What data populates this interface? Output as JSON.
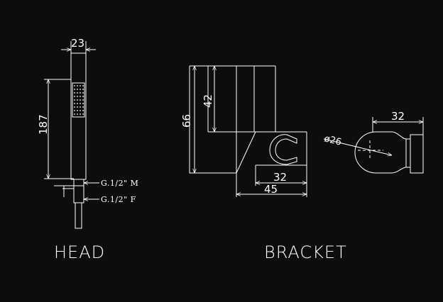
{
  "head": {
    "caption": "HEAD",
    "dim_width": "23",
    "dim_height": "187",
    "thread_male": "G.1/2\" M",
    "thread_female": "G.1/2\" F"
  },
  "bracket": {
    "caption": "BRACKET",
    "dim_height_outer": "66",
    "dim_height_inner": "42",
    "dim_depth_inner": "32",
    "dim_depth_outer": "45",
    "dim_diameter": "ø26",
    "dim_top_width": "32"
  },
  "colors": {
    "background": "#0d0d0e",
    "line": "#ffffff"
  }
}
